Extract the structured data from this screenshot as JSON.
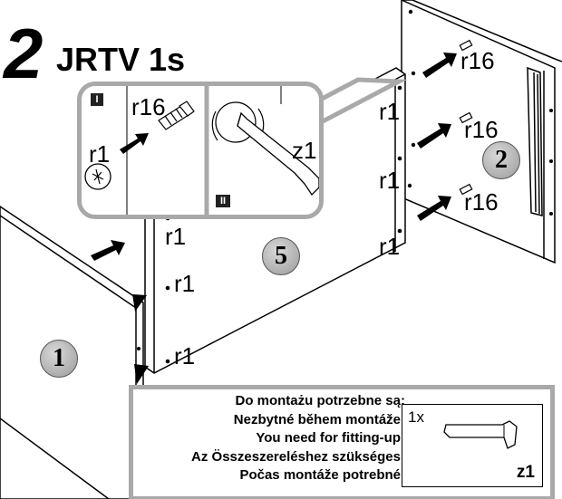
{
  "header": {
    "step_number": "2",
    "product_code": "JRTV 1s"
  },
  "labels": {
    "r16": "r16",
    "r1": "r1",
    "z1": "z1"
  },
  "callouts": {
    "detail_1": "I",
    "detail_2": "II"
  },
  "panels": {
    "panel_1": "1",
    "panel_2": "2",
    "panel_5": "5"
  },
  "requirements": {
    "lines": [
      "Do montażu potrzebne są:",
      "Nezbytné během montáže:",
      "You need for fitting-up:",
      "Az Összeszereléshez szükséges:",
      "Počas montáže potrebné:"
    ],
    "quantity": "1x",
    "part": "z1"
  },
  "colors": {
    "callout_border": "#a9a9a9",
    "badge_fill": "#b3b3b3",
    "ink": "#000000"
  }
}
